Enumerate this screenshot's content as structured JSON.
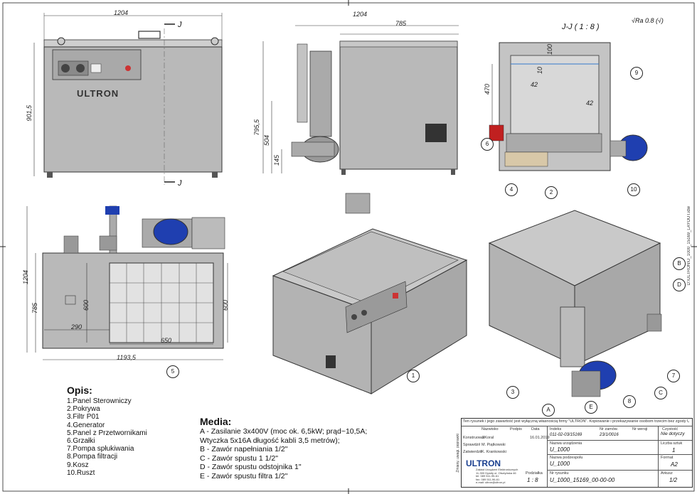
{
  "dimensions": {
    "overall_width": "1204",
    "tank_length": "785",
    "height_front": "901,5",
    "height_side": "795,5",
    "height_504": "504",
    "height_145": "145",
    "rear_width": "1193,5",
    "rear_height": "1204",
    "rear_785": "785",
    "rear_600_a": "600",
    "rear_600_b": "600",
    "rear_290": "290",
    "rear_650": "650",
    "sec_470": "470",
    "sec_42_a": "42",
    "sec_42_b": "42",
    "sec_10": "10",
    "sec_100": "100"
  },
  "section_label": "J-J ( 1 : 8 )",
  "section_markers": [
    "J",
    "J"
  ],
  "roughness": "Ra 0.8",
  "brand": "ULTRON",
  "callouts": {
    "section": [
      "9",
      "6",
      "4",
      "10"
    ],
    "rear": [
      "5"
    ],
    "iso_front": [
      "1"
    ],
    "iso_rear": [
      "2",
      "B",
      "D",
      "7",
      "C",
      "8",
      "E",
      "A",
      "3"
    ]
  },
  "legend": {
    "title": "Opis:",
    "items": [
      "1.Panel Sterowniczy",
      "2.Pokrywa",
      "3.Filtr P01",
      "4.Generator",
      "5.Panel z Przetwornikami",
      "6.Grzałki",
      "7.Pompa spłukiwania",
      "8.Pompa filtracji",
      "9.Kosz",
      "10.Ruszt"
    ]
  },
  "media": {
    "title": "Media:",
    "items": [
      "A - Zasilanie 3x400V (moc ok. 6,5kW; prąd~10,5A;",
      "Wtyczka 5x16A długość kabli 3,5 metrów);",
      "B - Zawór napełniania 1/2\"",
      "C - Zawór spustu 1 1/2\"",
      "D - Zawór spustu odstojnika 1\"",
      "E - Zawór spustu filtra 1/2\""
    ]
  },
  "title_block": {
    "notice": "Ten rysunek i jego zawartość jest wyłączną własnością firmy \"ULTRON\". Kopiowanie i przekazywanie osobom trzecim bez zgody ULTRON jest zabronione.",
    "header_labels": [
      "Nazwisko",
      "Podpis",
      "Data",
      "Indeks",
      "Nr zamów.",
      "Nr wersji",
      "Czystość",
      "Liczba sztuk",
      "Format",
      "Arkusz"
    ],
    "rows": [
      {
        "role": "Konstruował",
        "name": "J.Koral",
        "date": "16.01.2019"
      },
      {
        "role": "Sprawdził",
        "name": "M. Piątkowski",
        "date": ""
      },
      {
        "role": "Zatwierdził",
        "name": "K. Krankowski",
        "date": ""
      }
    ],
    "index": "011-02-03/15169",
    "order_no": "23/1/0016",
    "surface": "Nie dotyczy",
    "qty": "1",
    "format": "A2",
    "sheet": "1/2",
    "device_label": "Nazwa urządzenia",
    "device_name": "U_1000",
    "subassembly_label": "Nazwa podzespołu",
    "subassembly_name": "U_1000",
    "drawing_label": "Nr rysunku",
    "drawing_no": "U_1000_15169_00-00-00",
    "scale_label": "Podziałka",
    "scale": "1 : 8",
    "company": "ULTRON",
    "company_lines": [
      "Zakład Urządzeń Elektronicznych",
      "11-300 Dywity ul. Olsztyńska 46",
      "tel. 089 511-95-61",
      "fax. 089 511-96-61",
      "e-mail: ultron@ultron.pl"
    ]
  },
  "side_vertical_text": "D:\\ULTRON\\U_1000_15169_LAYOUT.idw",
  "left_vertical_text": "Zmiany, uwagi, poprawki"
}
